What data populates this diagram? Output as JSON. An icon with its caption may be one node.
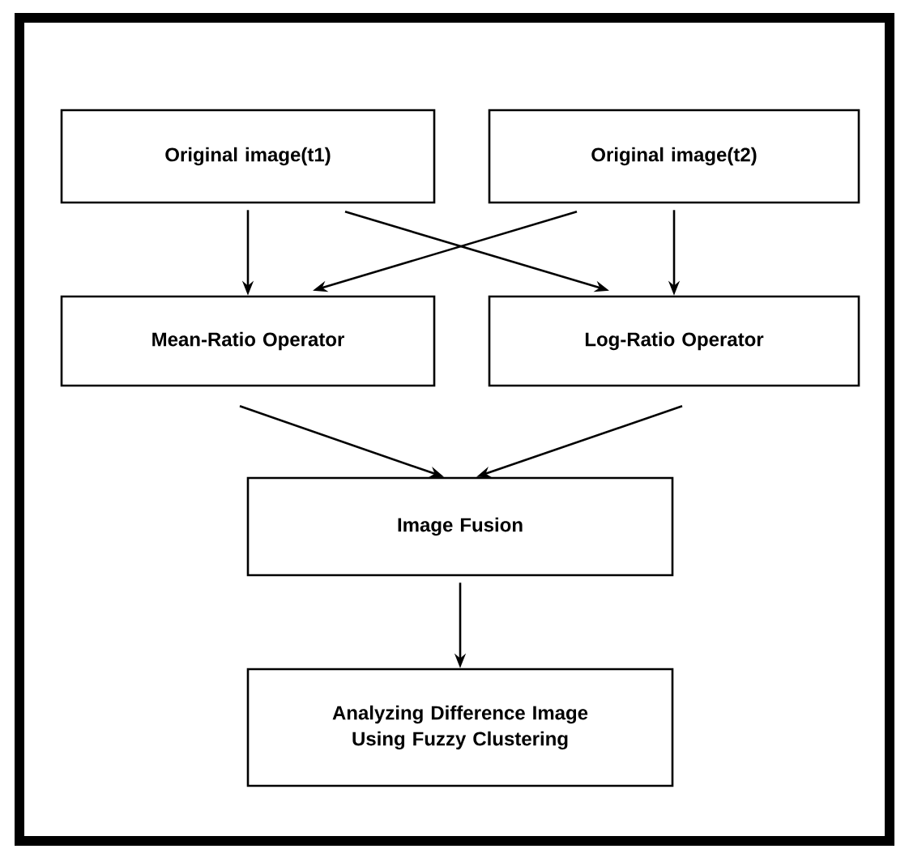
{
  "diagram": {
    "nodes": [
      {
        "text": [
          "Original image(t1)"
        ]
      },
      {
        "text": [
          "Original image(t2)"
        ]
      },
      {
        "text": [
          "Mean-Ratio Operator"
        ]
      },
      {
        "text": [
          "Log-Ratio Operator"
        ]
      },
      {
        "text": [
          "Image Fusion"
        ]
      },
      {
        "text": [
          "Analyzing Difference Image Using Fuzzy Clustering"
        ]
      }
    ],
    "edges": [
      {
        "from": 0,
        "to": 2,
        "arrow": "to"
      },
      {
        "from": 0,
        "to": 3,
        "arrow": "to"
      },
      {
        "from": 1,
        "to": 2,
        "arrow": "to"
      },
      {
        "from": 1,
        "to": 3,
        "arrow": "to"
      },
      {
        "from": 2,
        "to": 4,
        "arrow": "to"
      },
      {
        "from": 3,
        "to": 4,
        "arrow": "to"
      },
      {
        "from": 4,
        "to": 5,
        "arrow": "to"
      }
    ]
  }
}
